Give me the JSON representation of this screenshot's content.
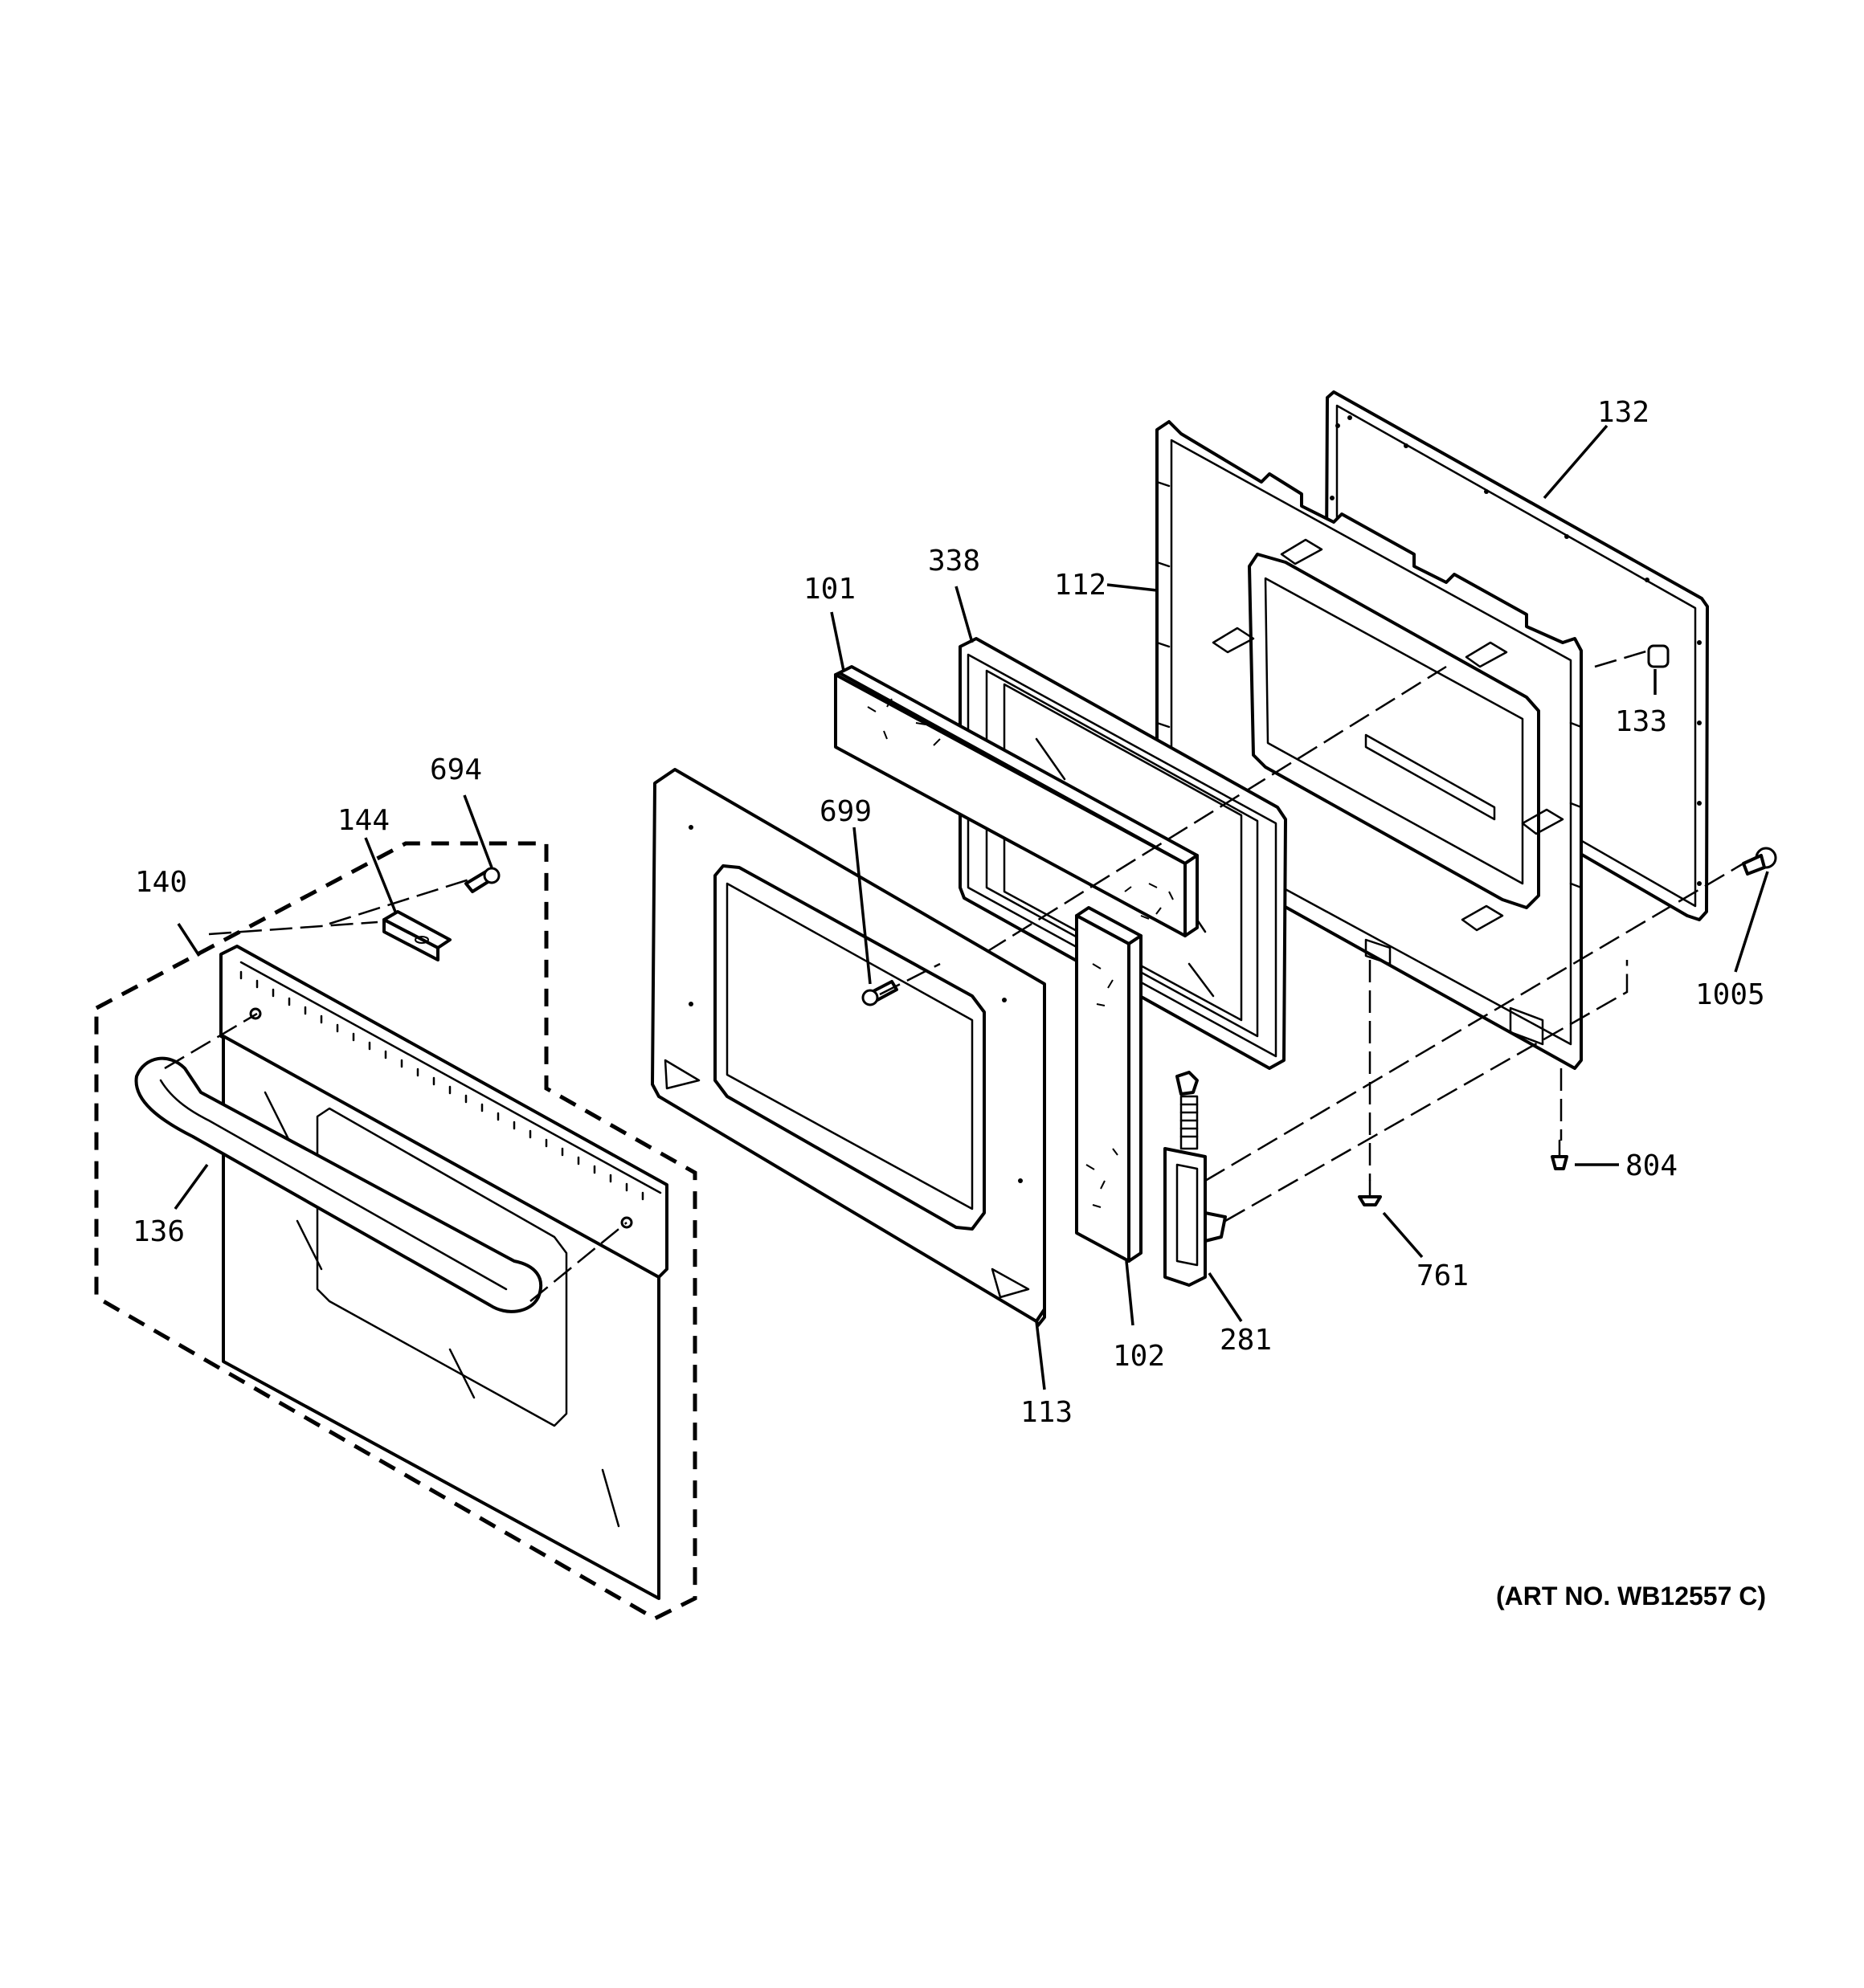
{
  "callouts": [
    {
      "id": "101",
      "text": "101"
    },
    {
      "id": "102",
      "text": "102"
    },
    {
      "id": "112",
      "text": "112"
    },
    {
      "id": "113",
      "text": "113"
    },
    {
      "id": "132",
      "text": "132"
    },
    {
      "id": "133",
      "text": "133"
    },
    {
      "id": "136",
      "text": "136"
    },
    {
      "id": "140",
      "text": "140"
    },
    {
      "id": "144",
      "text": "144"
    },
    {
      "id": "281",
      "text": "281"
    },
    {
      "id": "338",
      "text": "338"
    },
    {
      "id": "694",
      "text": "694"
    },
    {
      "id": "699",
      "text": "699"
    },
    {
      "id": "761",
      "text": "761"
    },
    {
      "id": "804",
      "text": "804"
    },
    {
      "id": "1005",
      "text": "1005"
    }
  ],
  "art_number": "(ART NO. WB12557 C)"
}
